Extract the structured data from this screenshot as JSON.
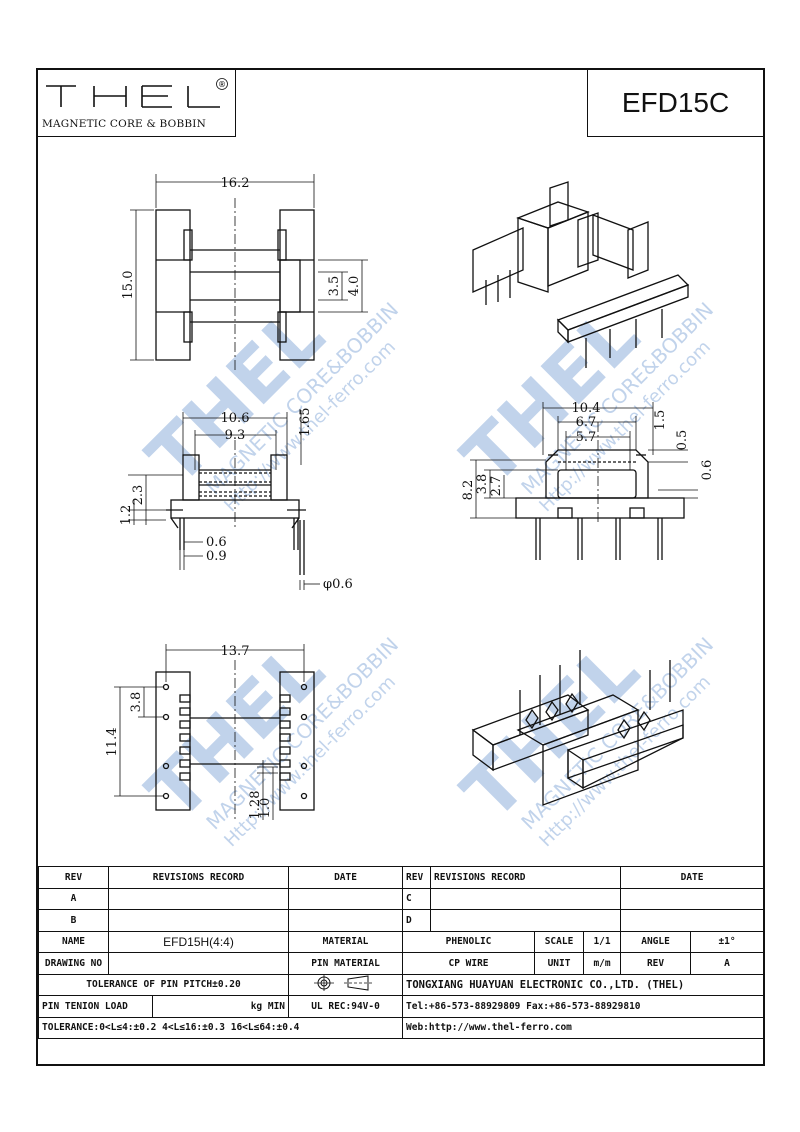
{
  "header": {
    "brand": "THEL",
    "registered": "®",
    "subtitle": "MAGNETIC CORE & BOBBIN",
    "model": "EFD15C"
  },
  "dimensions": {
    "top_width": "16.2",
    "top_height": "15.0",
    "top_slot_inner": "3.5",
    "top_slot_outer": "4.0",
    "front_width": "10.6",
    "front_inner": "9.3",
    "front_flange": "1.65",
    "front_h1": "1.2",
    "front_h2": "2.3",
    "front_pin_w": "0.6",
    "front_pin_gap": "0.9",
    "pin_diameter": "φ0.6",
    "side_width": "10.4",
    "side_w2": "6.7",
    "side_w3": "5.7",
    "side_t1": "1.5",
    "side_t2": "0.5",
    "side_t3": "0.6",
    "side_h1": "8.2",
    "side_h2": "3.8",
    "side_h3": "2.7",
    "bottom_width": "13.7",
    "bottom_height": "11.4",
    "bottom_pitch": "3.8",
    "bottom_slot1": "1.28",
    "bottom_slot2": "1.0"
  },
  "table": {
    "rev_h": "REV",
    "rec_h": "REVISIONS RECORD",
    "date_h": "DATE",
    "rev_a": "A",
    "rev_b": "B",
    "rev_c": "C",
    "rev_d": "D",
    "name_l": "NAME",
    "name_v": "EFD15H(4:4)",
    "material_l": "MATERIAL",
    "material_v": "PHENOLIC",
    "scale_l": "SCALE",
    "scale_v": "1/1",
    "angle_l": "ANGLE",
    "angle_v": "±1°",
    "drawing_l": "DRAWING NO",
    "pinmat_l": "PIN MATERIAL",
    "pinmat_v": "CP WIRE",
    "unit_l": "UNIT",
    "unit_v": "m/m",
    "rev_l": "REV",
    "rev_v": "A",
    "tol_pitch": "TOLERANCE OF PIN PITCH±0.20",
    "company": "TONGXIANG HUAYUAN ELECTRONIC CO.,LTD. (THEL)",
    "pin_load_l": "PIN TENION LOAD",
    "pin_load_u": "kg MIN",
    "ul": "UL REC:94V-0",
    "tel": "Tel:+86-573-88929809 Fax:+86-573-88929810",
    "tolerance": "TOLERANCE:0<L≤4:±0.2  4<L≤16:±0.3  16<L≤64:±0.4",
    "web": "Web:http://www.thel-ferro.com"
  },
  "watermark": {
    "brand": "THEL",
    "line1": "MAGNETIC CORE&BOBBIN",
    "line2": "Http://www.thel-ferro.com"
  }
}
